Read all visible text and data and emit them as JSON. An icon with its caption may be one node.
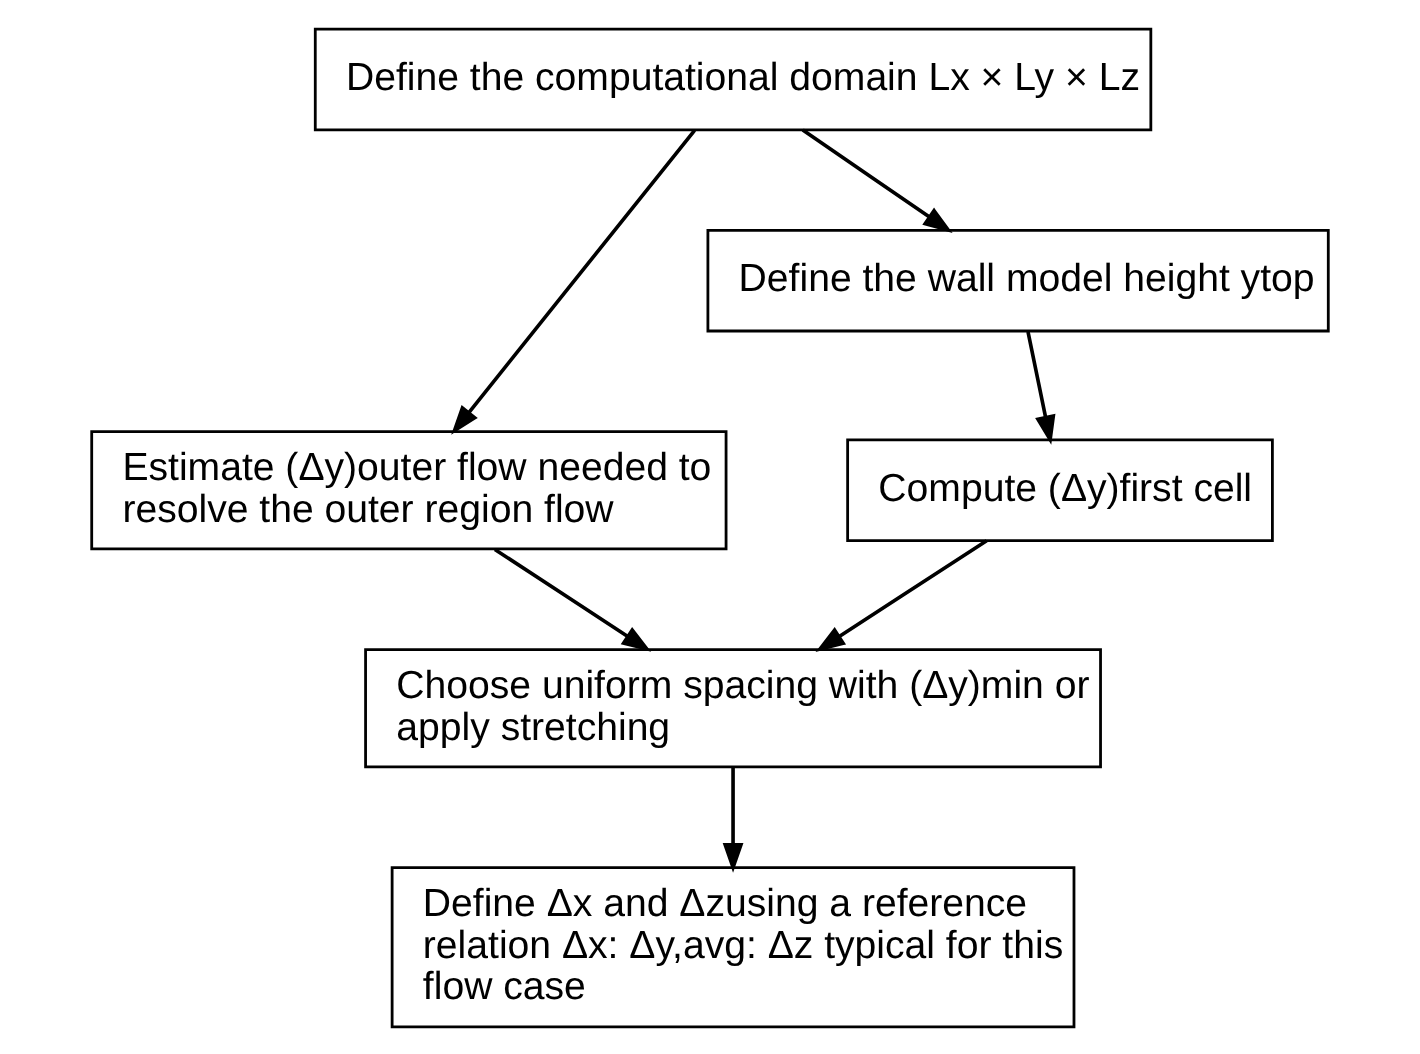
{
  "diagram": {
    "nodes": [
      {
        "text": [
          "Define the computational domain Lx × Ly × Lz"
        ]
      },
      {
        "text": [
          "Estimate (Δy)outer flow needed to resolve the outer region flow"
        ]
      },
      {
        "text": [
          "Define the wall model height ytop"
        ]
      },
      {
        "text": [
          "Compute (Δy)first cell"
        ]
      },
      {
        "text": [
          "Choose uniform spacing with (Δy)min or apply stretching"
        ]
      },
      {
        "text": [
          "Define Δx and Δzusing a reference relation Δx: Δy,avg: Δz typical for this flow case"
        ]
      }
    ],
    "edges": [
      {
        "from": 0,
        "to": 1,
        "arrow": "to"
      },
      {
        "from": 0,
        "to": 2,
        "arrow": "to"
      },
      {
        "from": 2,
        "to": 3,
        "arrow": "to"
      },
      {
        "from": 1,
        "to": 4,
        "arrow": "to"
      },
      {
        "from": 3,
        "to": 4,
        "arrow": "to"
      },
      {
        "from": 4,
        "to": 5,
        "arrow": "to"
      }
    ]
  }
}
